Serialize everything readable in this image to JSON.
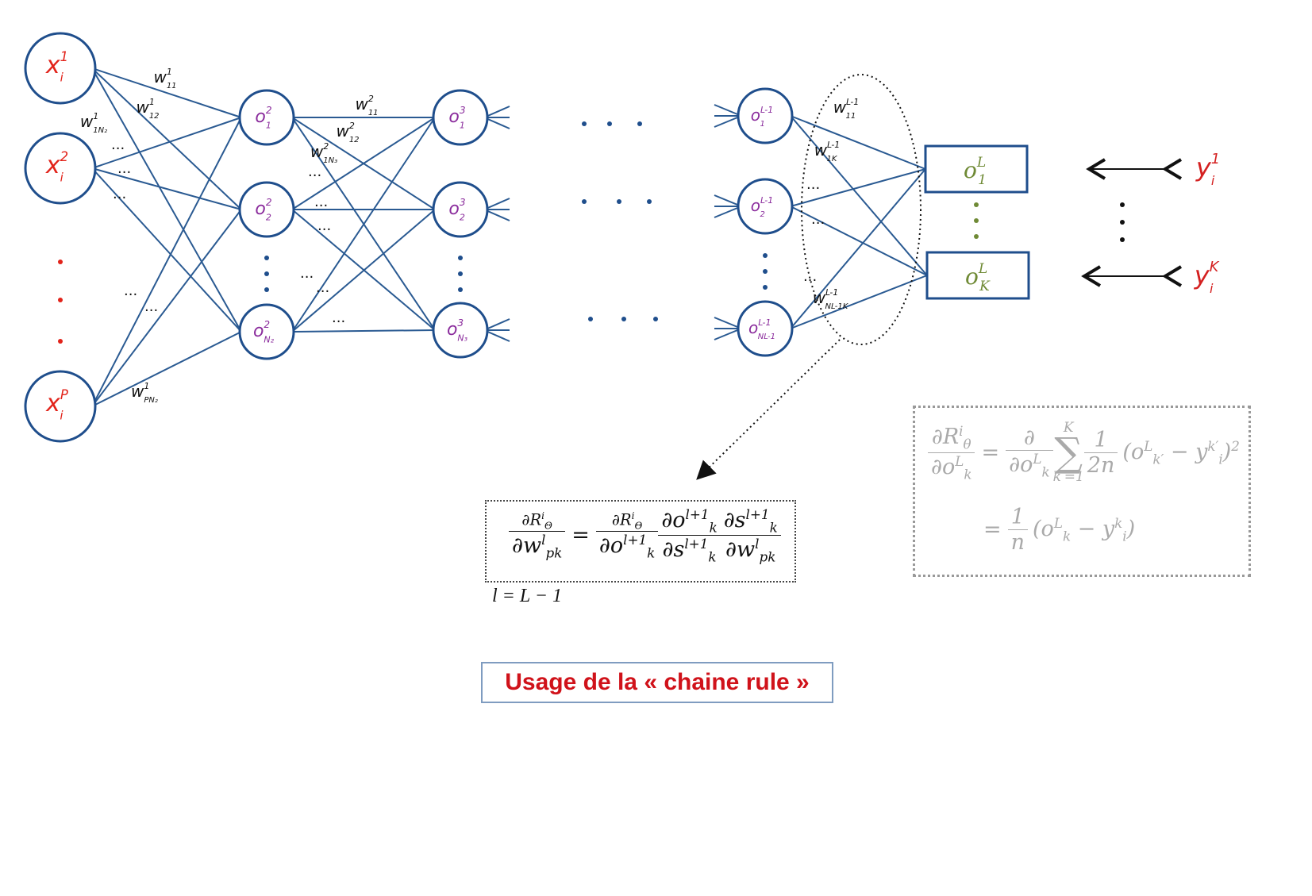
{
  "colors": {
    "node_stroke": "#1f4e8c",
    "line": "#2a5a92",
    "input_label": "#e2231a",
    "hidden_label": "#8a2b9c",
    "output_label": "#6f8a35",
    "target_label": "#d42020",
    "caption": "#d0121a",
    "formula_grey": "#aaaaaa"
  },
  "input_nodes": [
    {
      "base": "x",
      "sup": "1",
      "sub": "i"
    },
    {
      "base": "x",
      "sup": "2",
      "sub": "i"
    },
    {
      "base": "x",
      "sup": "P",
      "sub": "i"
    }
  ],
  "layer2_nodes": [
    {
      "base": "o",
      "sup": "2",
      "sub": "1"
    },
    {
      "base": "o",
      "sup": "2",
      "sub": "2"
    },
    {
      "base": "o",
      "sup": "2",
      "sub": "N₂"
    }
  ],
  "layer3_nodes": [
    {
      "base": "o",
      "sup": "3",
      "sub": "1"
    },
    {
      "base": "o",
      "sup": "3",
      "sub": "2"
    },
    {
      "base": "o",
      "sup": "3",
      "sub": "N₃"
    }
  ],
  "layerLm1_nodes": [
    {
      "base": "o",
      "sup": "L-1",
      "sub": "1"
    },
    {
      "base": "o",
      "sup": "L-1",
      "sub": "2"
    },
    {
      "base": "o",
      "sup": "L-1",
      "sub": "NL-1"
    }
  ],
  "outputs": [
    {
      "base": "o",
      "sup": "L",
      "sub": "1"
    },
    {
      "base": "o",
      "sup": "L",
      "sub": "K"
    }
  ],
  "targets": [
    {
      "base": "y",
      "sup": "1",
      "sub": "i"
    },
    {
      "base": "y",
      "sup": "K",
      "sub": "i"
    }
  ],
  "weight_labels": {
    "w1_11": {
      "base": "w",
      "sup": "1",
      "sub": "11"
    },
    "w1_12": {
      "base": "w",
      "sup": "1",
      "sub": "12"
    },
    "w1_1N2": {
      "base": "w",
      "sup": "1",
      "sub": "1N₂"
    },
    "w1_PN2": {
      "base": "w",
      "sup": "1",
      "sub": "PN₂"
    },
    "w2_11": {
      "base": "w",
      "sup": "2",
      "sub": "11"
    },
    "w2_12": {
      "base": "w",
      "sup": "2",
      "sub": "12"
    },
    "w2_1N3": {
      "base": "w",
      "sup": "2",
      "sub": "1N₃"
    },
    "wL_11": {
      "base": "w",
      "sup": "L-1",
      "sub": "11"
    },
    "wL_1K": {
      "base": "w",
      "sup": "L-1",
      "sub": "1K"
    },
    "wL_NK": {
      "base": "w",
      "sup": "L-1",
      "sub": "NL-1K"
    }
  },
  "ellipsis": {
    "h": "...",
    "dots": "· · ·"
  },
  "formula_chain": {
    "lhs_num": "∂R",
    "lhs_num_sup": "i",
    "lhs_num_sub": "Θ",
    "lhs_den": "∂w",
    "lhs_den_sup": "l",
    "lhs_den_sub": "pk",
    "eq": "=",
    "f1_num": "∂R",
    "f1_num_sup": "i",
    "f1_num_sub": "Θ",
    "f1_den": "∂o",
    "f1_den_sup": "l+1",
    "f1_den_sub": "k",
    "f2_num": "∂o",
    "f2_num_sup": "l+1",
    "f2_num_sub": "k",
    "f2_den": "∂s",
    "f2_den_sup": "l+1",
    "f2_den_sub": "k",
    "f3_num": "∂s",
    "f3_num_sup": "l+1",
    "f3_num_sub": "k",
    "f3_den": "∂w",
    "f3_den_sup": "l",
    "f3_den_sub": "pk"
  },
  "layer_note": "l = L − 1",
  "formula_loss": {
    "lhs_num": "∂R",
    "lhs_num_sup": "i",
    "lhs_num_sub": "θ",
    "lhs_den": "∂o",
    "lhs_den_sup": "L",
    "lhs_den_sub": "k",
    "eq": "=",
    "d_num": "∂",
    "d_den": "∂o",
    "d_den_sup": "L",
    "d_den_sub": "k",
    "sum_sym": "∑",
    "sum_top": "K",
    "sum_bot": "k′=1",
    "coef_num": "1",
    "coef_den": "2n",
    "term": "(o",
    "term_sup": "L",
    "term_sub": "k′",
    "minus": "−",
    "term2": "y",
    "term2_sup": "k′",
    "term2_sub": "i",
    "close": ")",
    "close_sup": "2",
    "line2_eq": "=",
    "line2_num": "1",
    "line2_den": "n",
    "line2_term": "(o",
    "line2_term_sup": "L",
    "line2_term_sub": "k",
    "line2_minus": "−",
    "line2_term2": "y",
    "line2_term2_sup": "k",
    "line2_term2_sub": "i",
    "line2_close": ")"
  },
  "caption": "Usage de la « chaine rule »"
}
